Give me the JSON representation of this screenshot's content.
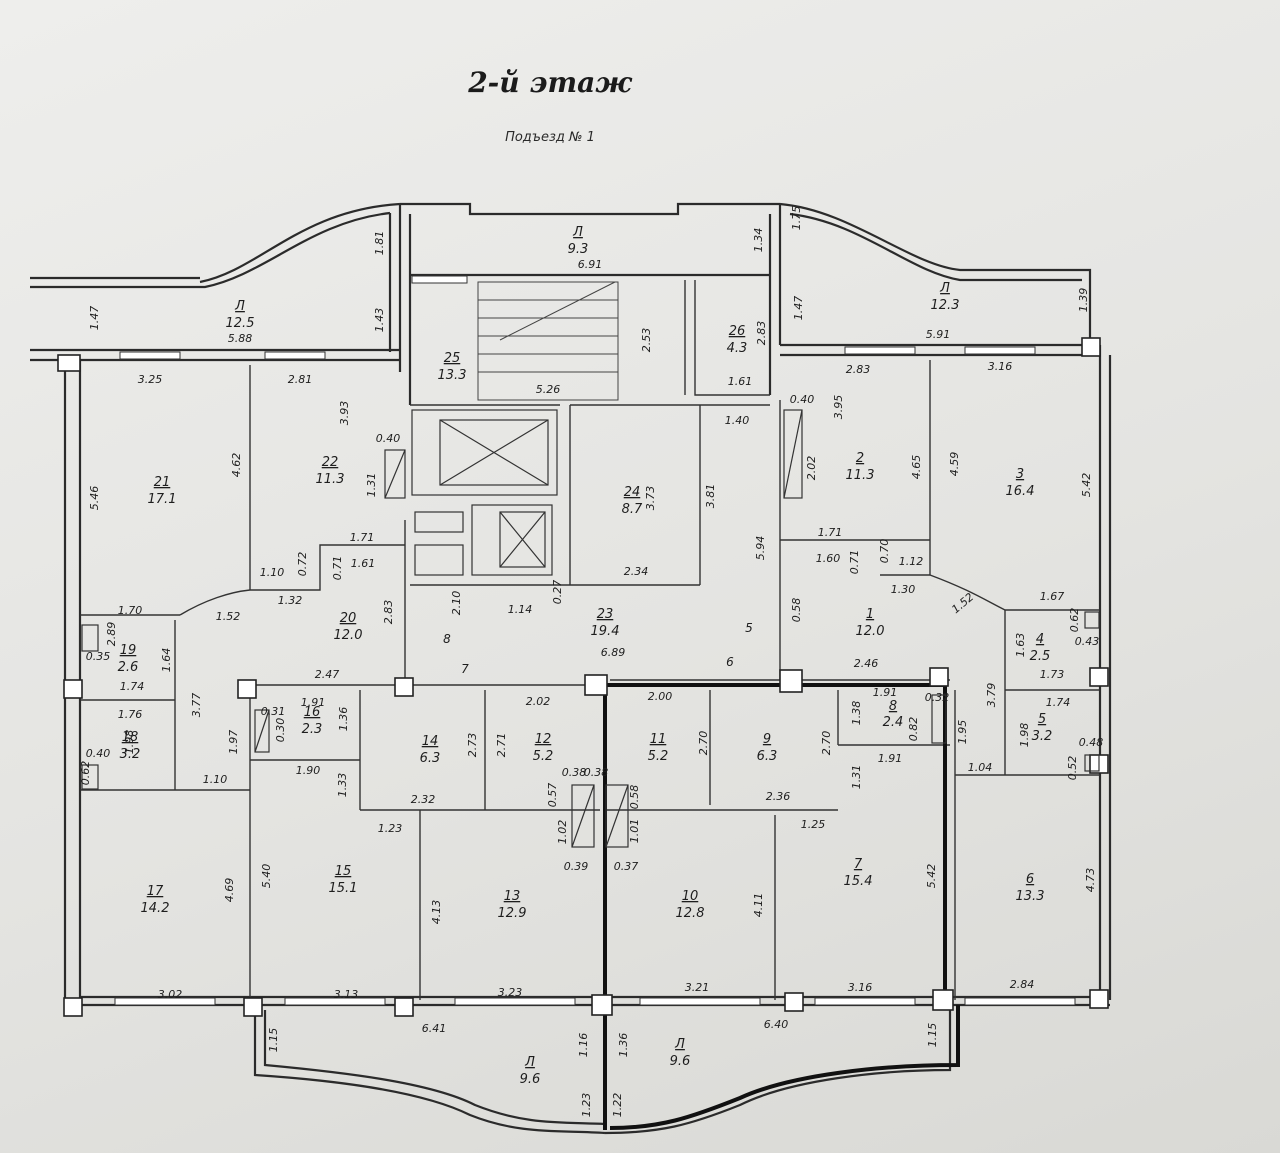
{
  "title": "2-й этаж",
  "subtitle": "Подъезд № 1",
  "rooms": [
    {
      "num": "1",
      "area": "12.0"
    },
    {
      "num": "2",
      "area": "11.3"
    },
    {
      "num": "3",
      "area": "16.4"
    },
    {
      "num": "4",
      "area": "2.5"
    },
    {
      "num": "5",
      "area": "3.2"
    },
    {
      "num": "6",
      "area": "13.3"
    },
    {
      "num": "7",
      "area": "15.4"
    },
    {
      "num": "8",
      "area": "2.4"
    },
    {
      "num": "9",
      "area": "6.3"
    },
    {
      "num": "10",
      "area": "12.8"
    },
    {
      "num": "11",
      "area": "5.2"
    },
    {
      "num": "12",
      "area": "5.2"
    },
    {
      "num": "13",
      "area": "12.9"
    },
    {
      "num": "14",
      "area": "6.3"
    },
    {
      "num": "15",
      "area": "15.1"
    },
    {
      "num": "16",
      "area": "2.3"
    },
    {
      "num": "17",
      "area": "14.2"
    },
    {
      "num": "18",
      "area": "3.2"
    },
    {
      "num": "19",
      "area": "2.6"
    },
    {
      "num": "20",
      "area": "12.0"
    },
    {
      "num": "21",
      "area": "17.1"
    },
    {
      "num": "22",
      "area": "11.3"
    },
    {
      "num": "23",
      "area": "19.4"
    },
    {
      "num": "24",
      "area": "8.7"
    },
    {
      "num": "25",
      "area": "13.3"
    },
    {
      "num": "26",
      "area": "4.3"
    }
  ],
  "balconies": [
    {
      "num": "Л",
      "area": "9.3"
    },
    {
      "num": "Л",
      "area": "12.5"
    },
    {
      "num": "Л",
      "area": "12.3"
    },
    {
      "num": "Л",
      "area": "9.6"
    },
    {
      "num": "Л",
      "area": "9.6"
    }
  ],
  "dimensions": [
    "6.91",
    "1.81",
    "1.34",
    "1.75",
    "1.47",
    "1.43",
    "5.88",
    "2.53",
    "2.83",
    "1.47",
    "5.91",
    "1.39",
    "3.25",
    "2.81",
    "5.26",
    "1.61",
    "2.83",
    "3.16",
    "3.93",
    "1.40",
    "0.40",
    "3.95",
    "0.40",
    "4.62",
    "1.31",
    "2.02",
    "4.65",
    "4.59",
    "5.46",
    "3.73",
    "3.81",
    "5.42",
    "1.71",
    "1.10",
    "0.72",
    "0.71",
    "1.61",
    "5.94",
    "1.71",
    "1.60",
    "0.71",
    "0.70",
    "1.12",
    "1.32",
    "2.10",
    "2.34",
    "1.30",
    "1.52",
    "1.52",
    "1.14",
    "0.27",
    "6.89",
    "1.67",
    "1.70",
    "2.83",
    "0.58",
    "0.62",
    "2.89",
    "1.63",
    "0.43",
    "0.35",
    "1.64",
    "1.73",
    "1.74",
    "2.47",
    "2.46",
    "3.77",
    "1.74",
    "1.91",
    "1.36",
    "2.02",
    "2.00",
    "1.91",
    "0.32",
    "3.79",
    "0.31",
    "0.30",
    "2.73",
    "2.71",
    "2.70",
    "2.70",
    "1.38",
    "0.82",
    "1.95",
    "1.98",
    "1.76",
    "1.97",
    "1.98",
    "0.48",
    "0.40",
    "0.62",
    "1.33",
    "0.57",
    "0.38",
    "0.38",
    "0.58",
    "1.91",
    "1.31",
    "0.52",
    "1.10",
    "1.90",
    "2.32",
    "1.23",
    "2.36",
    "1.25",
    "1.04",
    "1.02",
    "1.01",
    "0.39",
    "0.37",
    "5.40",
    "4.69",
    "4.13",
    "4.11",
    "5.42",
    "4.73",
    "3.02",
    "3.13",
    "3.23",
    "3.21",
    "3.16",
    "2.84",
    "6.41",
    "6.40",
    "1.15",
    "1.16",
    "1.36",
    "1.15",
    "1.23",
    "1.22"
  ],
  "marks": [
    "5",
    "6",
    "7",
    "8"
  ]
}
